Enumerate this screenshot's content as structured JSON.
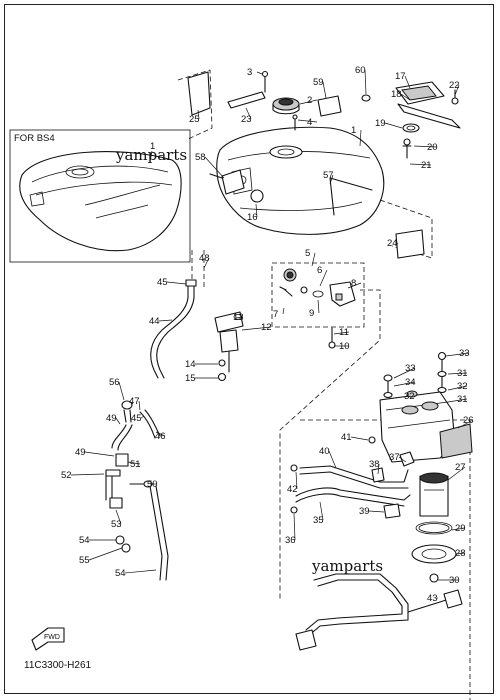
{
  "diagram": {
    "code": "11C3300-H261",
    "inset_label": "FOR BS4",
    "watermark": "yamparts",
    "fwd_label": "FWD",
    "inset_part_no": "1",
    "parts": [
      {
        "n": "1"
      },
      {
        "n": "2"
      },
      {
        "n": "3"
      },
      {
        "n": "4"
      },
      {
        "n": "5"
      },
      {
        "n": "6"
      },
      {
        "n": "7"
      },
      {
        "n": "8"
      },
      {
        "n": "9"
      },
      {
        "n": "10"
      },
      {
        "n": "11"
      },
      {
        "n": "12"
      },
      {
        "n": "13"
      },
      {
        "n": "14"
      },
      {
        "n": "15"
      },
      {
        "n": "16"
      },
      {
        "n": "17"
      },
      {
        "n": "18"
      },
      {
        "n": "19"
      },
      {
        "n": "20"
      },
      {
        "n": "21"
      },
      {
        "n": "22"
      },
      {
        "n": "23"
      },
      {
        "n": "24"
      },
      {
        "n": "25"
      },
      {
        "n": "26"
      },
      {
        "n": "27"
      },
      {
        "n": "28"
      },
      {
        "n": "29"
      },
      {
        "n": "30"
      },
      {
        "n": "31"
      },
      {
        "n": "31"
      },
      {
        "n": "32"
      },
      {
        "n": "32"
      },
      {
        "n": "33"
      },
      {
        "n": "33"
      },
      {
        "n": "34"
      },
      {
        "n": "35"
      },
      {
        "n": "36"
      },
      {
        "n": "37"
      },
      {
        "n": "38"
      },
      {
        "n": "39"
      },
      {
        "n": "40"
      },
      {
        "n": "41"
      },
      {
        "n": "42"
      },
      {
        "n": "43"
      },
      {
        "n": "44"
      },
      {
        "n": "45"
      },
      {
        "n": "45"
      },
      {
        "n": "46"
      },
      {
        "n": "47"
      },
      {
        "n": "48"
      },
      {
        "n": "49"
      },
      {
        "n": "49"
      },
      {
        "n": "50"
      },
      {
        "n": "51"
      },
      {
        "n": "52"
      },
      {
        "n": "53"
      },
      {
        "n": "54"
      },
      {
        "n": "54"
      },
      {
        "n": "55"
      },
      {
        "n": "56"
      },
      {
        "n": "57"
      },
      {
        "n": "58"
      },
      {
        "n": "59"
      },
      {
        "n": "60"
      }
    ]
  }
}
